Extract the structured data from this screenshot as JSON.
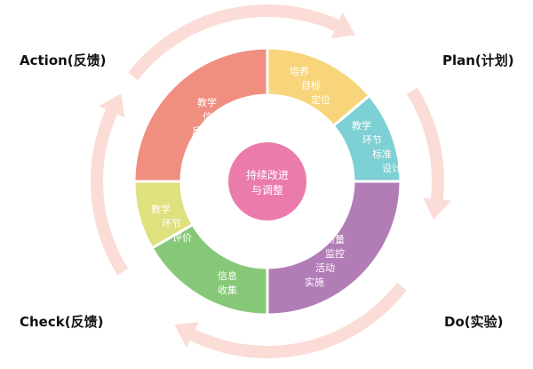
{
  "corners": {
    "action": "Action(反馈)",
    "plan": "Plan(计划)",
    "check": "Check(反馈)",
    "do": "Do(实验)"
  },
  "center": {
    "line1": "持续改进",
    "line2": "与调整",
    "color": "#ea7bab"
  },
  "segments": [
    {
      "key": "teaching-goal",
      "lines": [
        "培养",
        "目标",
        "定位"
      ],
      "color": "#f8d57a"
    },
    {
      "key": "standard-design",
      "lines": [
        "教学",
        "环节",
        "标准",
        "设计"
      ],
      "color": "#7dd0d4"
    },
    {
      "key": "quality-monitoring",
      "lines": [
        "质量",
        "监控",
        "活动",
        "实施"
      ],
      "color": "#b27cb6"
    },
    {
      "key": "info-collection",
      "lines": [
        "信息",
        "收集"
      ],
      "color": "#86c878"
    },
    {
      "key": "evaluation",
      "lines": [
        "教学",
        "环节",
        "评价"
      ],
      "color": "#dfe07e"
    },
    {
      "key": "feedback",
      "lines": [
        "教学",
        "信息",
        "反馈"
      ],
      "color": "#f08f80"
    }
  ],
  "arrow_color": "#fbdcd6"
}
